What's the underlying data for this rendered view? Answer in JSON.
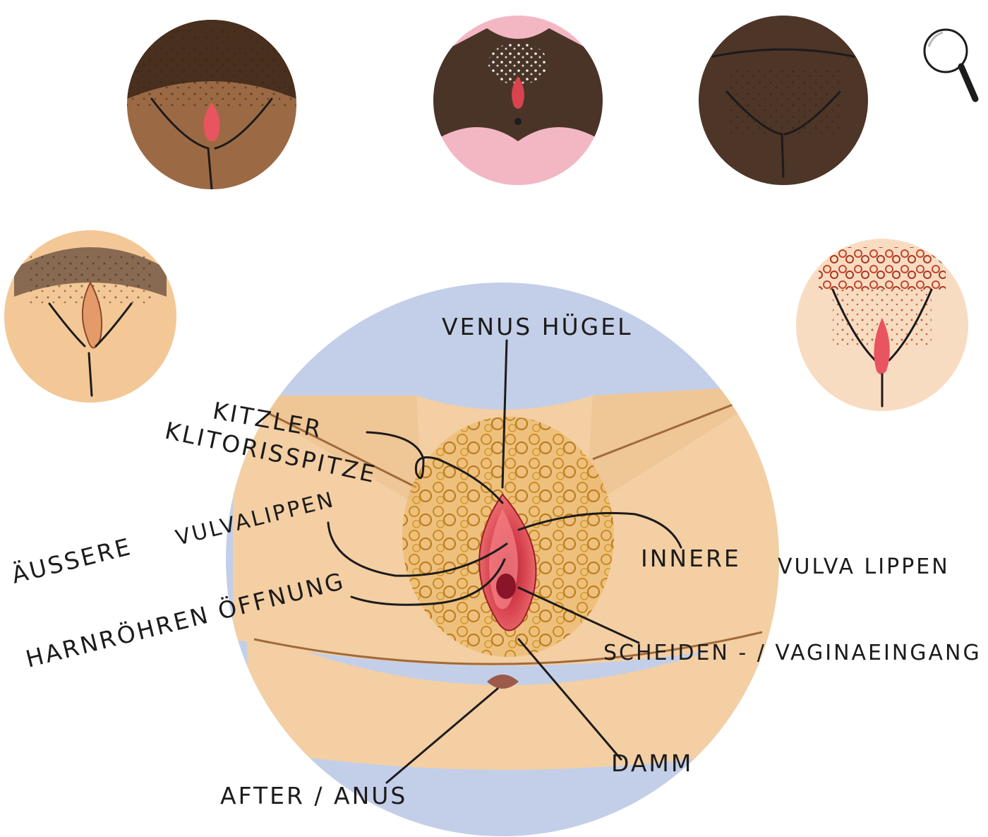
{
  "labels": {
    "venushuegel": "VENUS HÜGEL",
    "kitzler": "KITZLER",
    "klitorisspitze": "KLITORISSPITZE",
    "aeussere": "ÄUSSERE",
    "vulvalippen_outer": "VULVALIPPEN",
    "innere": "INNERE",
    "vulvalippen_inner": "VULVA LIPPEN",
    "harnroehren": "HARNRÖHREN ÖFFNUNG",
    "scheiden": "SCHEIDEN - / VAGINAEINGANG",
    "damm": "DAMM",
    "after": "AFTER / ANUS"
  },
  "zoom_icon": "magnifier-icon",
  "colors": {
    "background_circle": "#c3cfe8",
    "skin": "#f3cfa3",
    "hair_main": "#c98a1c",
    "vulva_red": "#d8434f",
    "ink": "#1d1b1b"
  }
}
